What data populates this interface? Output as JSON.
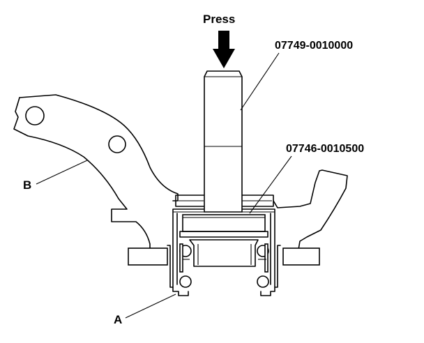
{
  "labels": {
    "press": "Press",
    "tool_driver": "07749-0010000",
    "tool_attachment": "07746-0010500",
    "part_b": "B",
    "part_a": "A"
  },
  "colors": {
    "line": "#000000",
    "background": "#ffffff"
  }
}
